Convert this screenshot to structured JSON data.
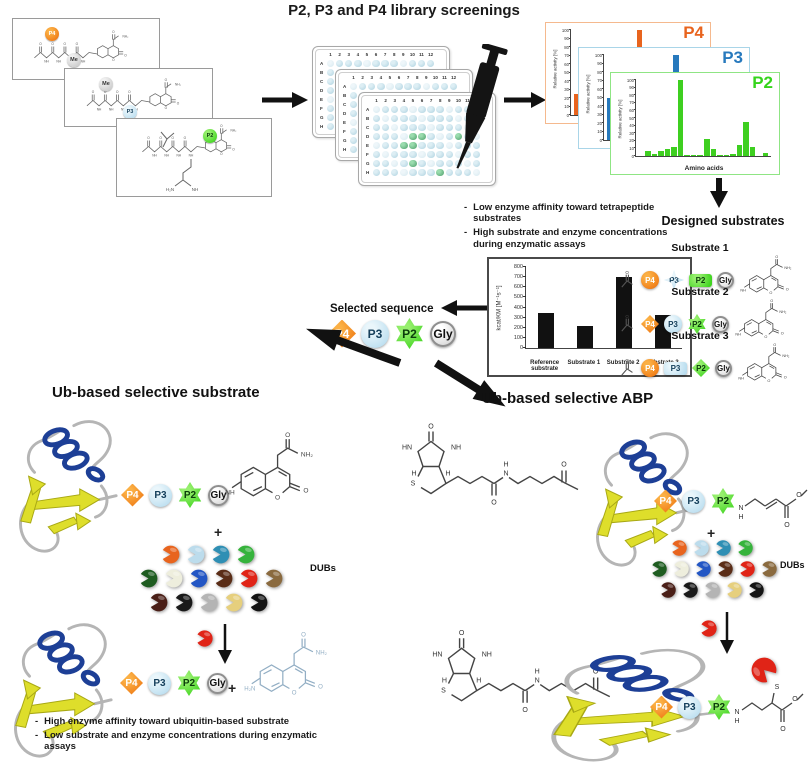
{
  "title": "P2, P3 and P4 library screenings",
  "atoms": {
    "O": "O",
    "NH": "NH",
    "HN": "HN",
    "N": "N",
    "H": "H",
    "NH2": "NH₂",
    "H2N": "H₂N",
    "S": "S"
  },
  "symbols": {
    "plus": "+"
  },
  "badge_labels": {
    "p4": "P4",
    "p3": "P3",
    "p2": "P2",
    "gly": "Gly",
    "me": "Me"
  },
  "badge_colors": {
    "p4": {
      "base": "#ee7712",
      "light": "#fbb045",
      "text": "#ffffff"
    },
    "p3": {
      "base": "#b9ddef",
      "light": "#eaf6fb",
      "text": "#16405c"
    },
    "p2": {
      "base": "#3ed41e",
      "light": "#97ef6e",
      "text": "#0b3d0b"
    },
    "gly": {
      "base": "#d2d2d2",
      "light": "#ffffff",
      "text": "#111111"
    },
    "me": {
      "base": "#c9c9c9",
      "light": "#f0f0f0",
      "text": "#333333"
    }
  },
  "library": {
    "boxes": [
      {
        "markers": [
          "p4",
          "me"
        ]
      },
      {
        "markers": [
          "me",
          "p3"
        ]
      },
      {
        "markers": [
          "p2"
        ]
      }
    ]
  },
  "well_plate": {
    "col_labels": [
      "1",
      "2",
      "3",
      "4",
      "5",
      "6",
      "7",
      "8",
      "9",
      "10",
      "11",
      "12"
    ],
    "row_labels": [
      "A",
      "B",
      "C",
      "D",
      "E",
      "F",
      "G",
      "H"
    ],
    "hit_wells": [
      "D5",
      "D6",
      "D10",
      "E4",
      "E5",
      "G5",
      "H8"
    ],
    "well_light": "#ddeef4",
    "well_base": "#aed2e0",
    "hit_light": "#9adcae",
    "hit_base": "#4d9e6b"
  },
  "chart_data": [
    {
      "id": "p4_screening",
      "type": "bar",
      "title": "P4",
      "title_color": "#e8641e",
      "border_color": "#f5b98e",
      "bar_color": "#e8641e",
      "ylabel": "Relative activity [%]",
      "xlabel": "",
      "ylim": [
        0,
        100
      ],
      "yticks": [
        0,
        10,
        20,
        30,
        40,
        50,
        60,
        70,
        80,
        90,
        100
      ],
      "values": [
        25,
        0,
        0,
        0,
        0,
        0,
        0,
        0,
        0,
        0,
        100,
        0,
        0,
        0,
        0,
        0,
        0,
        0,
        0,
        0
      ]
    },
    {
      "id": "p3_screening",
      "type": "bar",
      "title": "P3",
      "title_color": "#2779bd",
      "border_color": "#a9d5e8",
      "bar_color": "#2779bd",
      "ylabel": "Relative activity [%]",
      "xlabel": "",
      "ylim": [
        0,
        100
      ],
      "yticks": [
        0,
        10,
        20,
        30,
        40,
        50,
        60,
        70,
        80,
        90,
        100
      ],
      "values": [
        50,
        45,
        0,
        0,
        0,
        0,
        0,
        0,
        0,
        0,
        100,
        0,
        0,
        0,
        0,
        0,
        0,
        0,
        0,
        0
      ]
    },
    {
      "id": "p2_screening",
      "type": "bar",
      "title": "P2",
      "title_color": "#35d41c",
      "border_color": "#8fe584",
      "bar_color": "#3ecf20",
      "ylabel": "Relative activity [%]",
      "xlabel": "Amino acids",
      "ylim": [
        0,
        100
      ],
      "yticks": [
        0,
        10,
        20,
        30,
        40,
        50,
        60,
        70,
        80,
        90,
        100
      ],
      "values": [
        0,
        7,
        2,
        6,
        9,
        12,
        100,
        1,
        1,
        1,
        22,
        9,
        1,
        1,
        2,
        15,
        45,
        12,
        0,
        4
      ]
    },
    {
      "id": "kinetics",
      "type": "bar",
      "title": "",
      "ylabel": "kcat/KM [M⁻¹s⁻¹]",
      "categories": [
        "Reference substrate",
        "Substrate 1",
        "Substrate 2",
        "Substrate 3"
      ],
      "values": [
        350,
        220,
        700,
        330
      ],
      "ylim": [
        0,
        800
      ],
      "yticks": [
        0,
        100,
        200,
        300,
        400,
        500,
        600,
        700,
        800
      ],
      "bar_color": "#111111"
    }
  ],
  "observations": {
    "items": [
      "Low enzyme affinity toward tetrapeptide substrates",
      "High substrate and enzyme concentrations during enzymatic assays"
    ]
  },
  "designed": {
    "heading": "Designed substrates",
    "substrates": [
      {
        "label": "Substrate 1",
        "sequence": [
          {
            "id": "p4",
            "shape": "circle"
          },
          {
            "id": "p3",
            "shape": "star4"
          },
          {
            "id": "p2",
            "shape": "rect"
          },
          {
            "id": "gly",
            "shape": "circle"
          }
        ]
      },
      {
        "label": "Substrate 2",
        "sequence": [
          {
            "id": "p4",
            "shape": "diamond"
          },
          {
            "id": "p3",
            "shape": "circle"
          },
          {
            "id": "p2",
            "shape": "star"
          },
          {
            "id": "gly",
            "shape": "circle"
          }
        ]
      },
      {
        "label": "Substrate 3",
        "sequence": [
          {
            "id": "p4",
            "shape": "circle"
          },
          {
            "id": "p3",
            "shape": "rect"
          },
          {
            "id": "p2",
            "shape": "diamond"
          },
          {
            "id": "gly",
            "shape": "circle"
          }
        ]
      }
    ]
  },
  "selected": {
    "heading": "Selected sequence",
    "sequence": [
      {
        "id": "p4",
        "shape": "diamond"
      },
      {
        "id": "p3",
        "shape": "circle"
      },
      {
        "id": "p2",
        "shape": "star"
      },
      {
        "id": "gly",
        "shape": "circle"
      }
    ]
  },
  "substrate_branch": {
    "heading": "Ub-based selective substrate",
    "dubs": "DUBs",
    "sequence": [
      {
        "id": "p4",
        "shape": "diamond"
      },
      {
        "id": "p3",
        "shape": "circle"
      },
      {
        "id": "p2",
        "shape": "star"
      },
      {
        "id": "gly",
        "shape": "circle"
      }
    ],
    "notes": [
      "High enzyme affinity toward ubiquitin-based substrate",
      "Low substrate and enzyme concentrations during enzymatic assays"
    ]
  },
  "abp_branch": {
    "heading": "Ub-based selective ABP",
    "dubs": "DUBs",
    "sequence": [
      {
        "id": "p4",
        "shape": "diamond"
      },
      {
        "id": "p3",
        "shape": "circle"
      },
      {
        "id": "p2",
        "shape": "star"
      }
    ]
  },
  "dubs": {
    "rows": [
      [
        "#e8641e",
        "#bcdcec",
        "#2f8fb4",
        "#36b33c"
      ],
      [
        "#1e5c20",
        "#eeeedd",
        "#2356c4",
        "#5a2d17",
        "#e02417",
        "#8a6a3f"
      ],
      [
        "#4a1f17",
        "#1a1a1a",
        "#b4b4b4",
        "#e6cf7d",
        "#141414"
      ]
    ],
    "reactive": "#e02417"
  }
}
